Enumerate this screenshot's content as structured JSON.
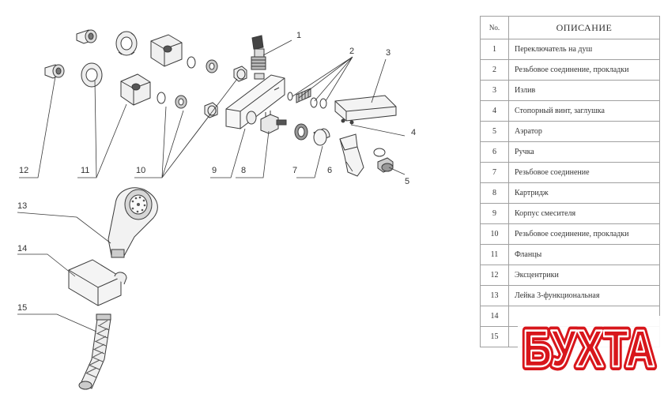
{
  "table": {
    "header_no": "No.",
    "header_desc": "ОПИСАНИЕ",
    "rows": [
      {
        "no": "1",
        "desc": "Переключатель на душ"
      },
      {
        "no": "2",
        "desc": "Резьбовое соединение, прокладки"
      },
      {
        "no": "3",
        "desc": "Излив"
      },
      {
        "no": "4",
        "desc": "Стопорный винт, заглушка"
      },
      {
        "no": "5",
        "desc": "Аэратор"
      },
      {
        "no": "6",
        "desc": "Ручка"
      },
      {
        "no": "7",
        "desc": "Резьбовое соединение"
      },
      {
        "no": "8",
        "desc": "Картридж"
      },
      {
        "no": "9",
        "desc": "Корпус смесителя"
      },
      {
        "no": "10",
        "desc": "Резьбовое соединение, прокладки"
      },
      {
        "no": "11",
        "desc": "Фланцы"
      },
      {
        "no": "12",
        "desc": "Эксцентрики"
      },
      {
        "no": "13",
        "desc": "Лейка 3-функциональная"
      },
      {
        "no": "14",
        "desc": ""
      },
      {
        "no": "15",
        "desc": ""
      }
    ]
  },
  "callouts": [
    "1",
    "2",
    "3",
    "4",
    "5",
    "6",
    "7",
    "8",
    "9",
    "10",
    "11",
    "12",
    "13",
    "14",
    "15"
  ],
  "watermark": {
    "text": "БУХТА",
    "color": "#d8161b"
  }
}
